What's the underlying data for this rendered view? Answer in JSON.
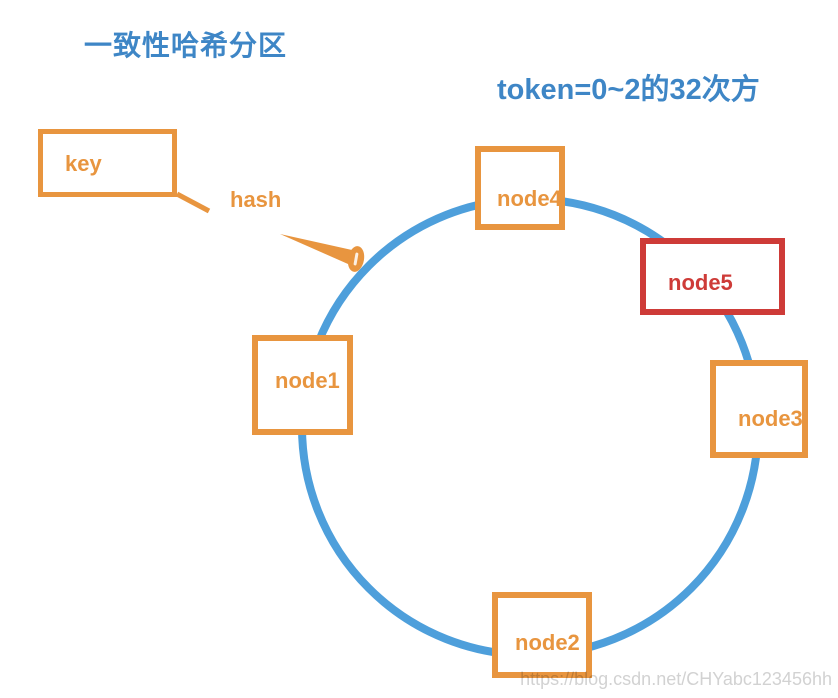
{
  "header": {
    "title": "一致性哈希分区",
    "token_formula": "token=0~2的32次方"
  },
  "diagram": {
    "key_label": "key",
    "hash_label": "hash",
    "nodes": [
      {
        "label": "node1",
        "color": "#E8953F"
      },
      {
        "label": "node2",
        "color": "#E8953F"
      },
      {
        "label": "node3",
        "color": "#E8953F"
      },
      {
        "label": "node4",
        "color": "#E8953F"
      },
      {
        "label": "node5",
        "color": "#CE3B38"
      }
    ]
  },
  "watermark": "https://blog.csdn.net/CHYabc123456hh",
  "colors": {
    "accent_blue": "#3E86C6",
    "ring_blue": "#4E9FDB",
    "orange": "#E8953F",
    "red": "#CE3B38",
    "watermark_gray": "#D2D2D2"
  }
}
